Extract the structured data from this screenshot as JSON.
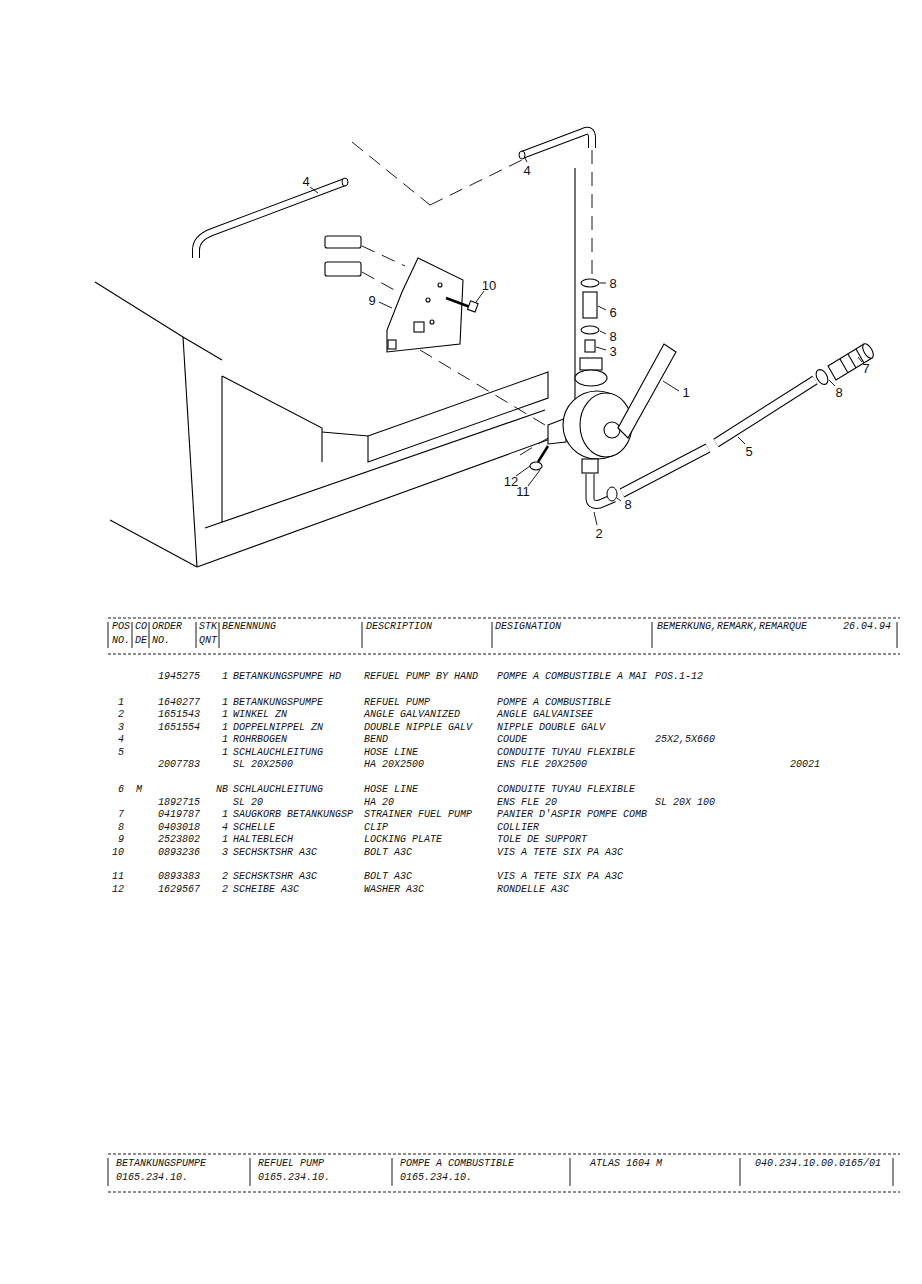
{
  "diagram": {
    "labels": [
      "4",
      "4",
      "10",
      "8",
      "9",
      "6",
      "8",
      "3",
      "7",
      "1",
      "8",
      "5",
      "12",
      "11",
      "8",
      "2",
      "POS",
      "CO",
      "ORDER",
      "STK",
      "BENENNUNG",
      "DESCRIPTION",
      "DESIGNATION",
      "BEMERKUNG,REMARK,REMARQUE",
      "26.04.94",
      "NO.",
      "DE",
      "NO.",
      "QNT",
      "1945275",
      "1",
      "BETANKUNGSPUMPE HD",
      "REFUEL PUMP BY HAND",
      "POMPE A COMBUSTIBLE A MAI",
      "POS.1-12",
      "1",
      "1640277",
      "1",
      "BETANKUNGSPUMPE",
      "REFUEL PUMP",
      "POMPE A COMBUSTIBLE",
      "2",
      "1651543",
      "1",
      "WINKEL ZN",
      "ANGLE GALVANIZED",
      "ANGLE GALVANISEE",
      "3",
      "1651554",
      "1",
      "DOPPELNIPPEL ZN",
      "DOUBLE NIPPLE GALV",
      "NIPPLE DOUBLE GALV",
      "4",
      "1",
      "ROHRBOGEN",
      "BEND",
      "COUDE",
      "25X2,5X660",
      "5",
      "1",
      "SCHLAUCHLEITUNG",
      "HOSE LINE",
      "CONDUITE TUYAU FLEXIBLE",
      "2007783",
      "SL 20X2500",
      "HA 20X2500",
      "ENS FLE 20X2500",
      "20021",
      "6",
      "M",
      "NB",
      "SCHLAUCHLEITUNG",
      "HOSE LINE",
      "CONDUITE TUYAU FLEXIBLE",
      "1892715",
      "SL 20",
      "HA 20",
      "ENS FLE 20",
      "SL 20X 100",
      "7",
      "0419787",
      "1",
      "SAUGKORB BETANKUNGSP",
      "STRAINER FUEL PUMP",
      "PANIER D'ASPIR POMPE COMB",
      "8",
      "0403018",
      "4",
      "SCHELLE",
      "CLIP",
      "COLLIER",
      "9",
      "2523802",
      "1",
      "HALTEBLECH",
      "LOCKING PLATE",
      "TOLE DE SUPPORT",
      "10",
      "0893236",
      "3",
      "SECHSKTSHR A3C",
      "BOLT A3C",
      "VIS A TETE SIX PA A3C",
      "11",
      "0893383",
      "2",
      "SECHSKTSHR A3C",
      "BOLT A3C",
      "VIS A TETE SIX PA A3C",
      "12",
      "1629567",
      "2",
      "SCHEIBE A3C",
      "WASHER A3C",
      "RONDELLE A3C",
      "BETANKUNGSPUMPE",
      "REFUEL PUMP",
      "POMPE A COMBUSTIBLE",
      "ATLAS 1604 M",
      "040.234.10.00.0165/01",
      "0165.234.10.",
      "0165.234.10.",
      "0165.234.10."
    ]
  }
}
